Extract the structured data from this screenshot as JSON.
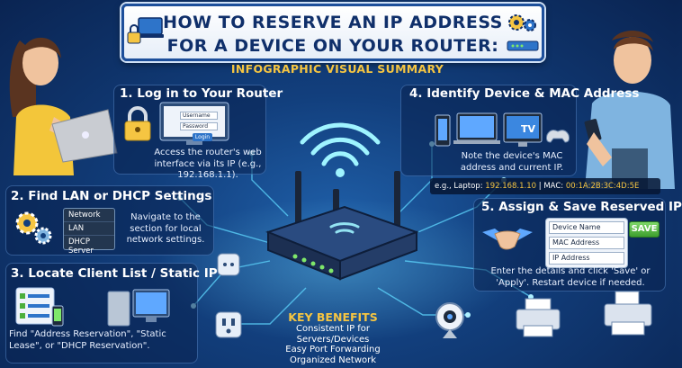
{
  "title_line1": "HOW TO RESERVE AN IP ADDRESS",
  "title_line2": "FOR A DEVICE ON YOUR ROUTER:",
  "subtitle": "INFOGRAPHIC VISUAL SUMMARY",
  "step1": {
    "title": "1. Log in to Your Router",
    "text": "Access the router's web interface via its IP (e.g., 192.168.1.1).",
    "login_fields": [
      "Username",
      "Password"
    ],
    "login_button": "Login"
  },
  "step2": {
    "title": "2. Find LAN or DHCP Settings",
    "menu": [
      "Network",
      "LAN",
      "DHCP Server"
    ],
    "text": "Navigate to the section for local network settings."
  },
  "step3": {
    "title": "3. Locate Client List / Static IP",
    "text": "Find \"Address Reservation\", \"Static Lease\", or \"DHCP Reservation\"."
  },
  "step4": {
    "title": "4. Identify Device & MAC Address",
    "tv_label": "TV",
    "text": "Note the device's MAC address and current IP.",
    "example_prefix": "e.g., Laptop: ",
    "example_ip": "192.168.1.10",
    "example_mid": " | MAC: ",
    "example_mac": "00:1A:2B:3C:4D:5E"
  },
  "step5": {
    "title": "5. Assign & Save Reserved IP",
    "fields": [
      "Device Name",
      "MAC Address",
      "IP Address"
    ],
    "save_label": "SAVE",
    "text": "Enter the details and click 'Save' or 'Apply'. Restart device if needed."
  },
  "benefits": {
    "title": "KEY BENEFITS",
    "items": [
      "Consistent IP for Servers/Devices",
      "Easy Port Forwarding",
      "Organized Network"
    ]
  },
  "colors": {
    "accent": "#f5c542",
    "background": "#123f7d",
    "banner_text": "#0f2f6a",
    "save_green": "#4caf3a"
  }
}
